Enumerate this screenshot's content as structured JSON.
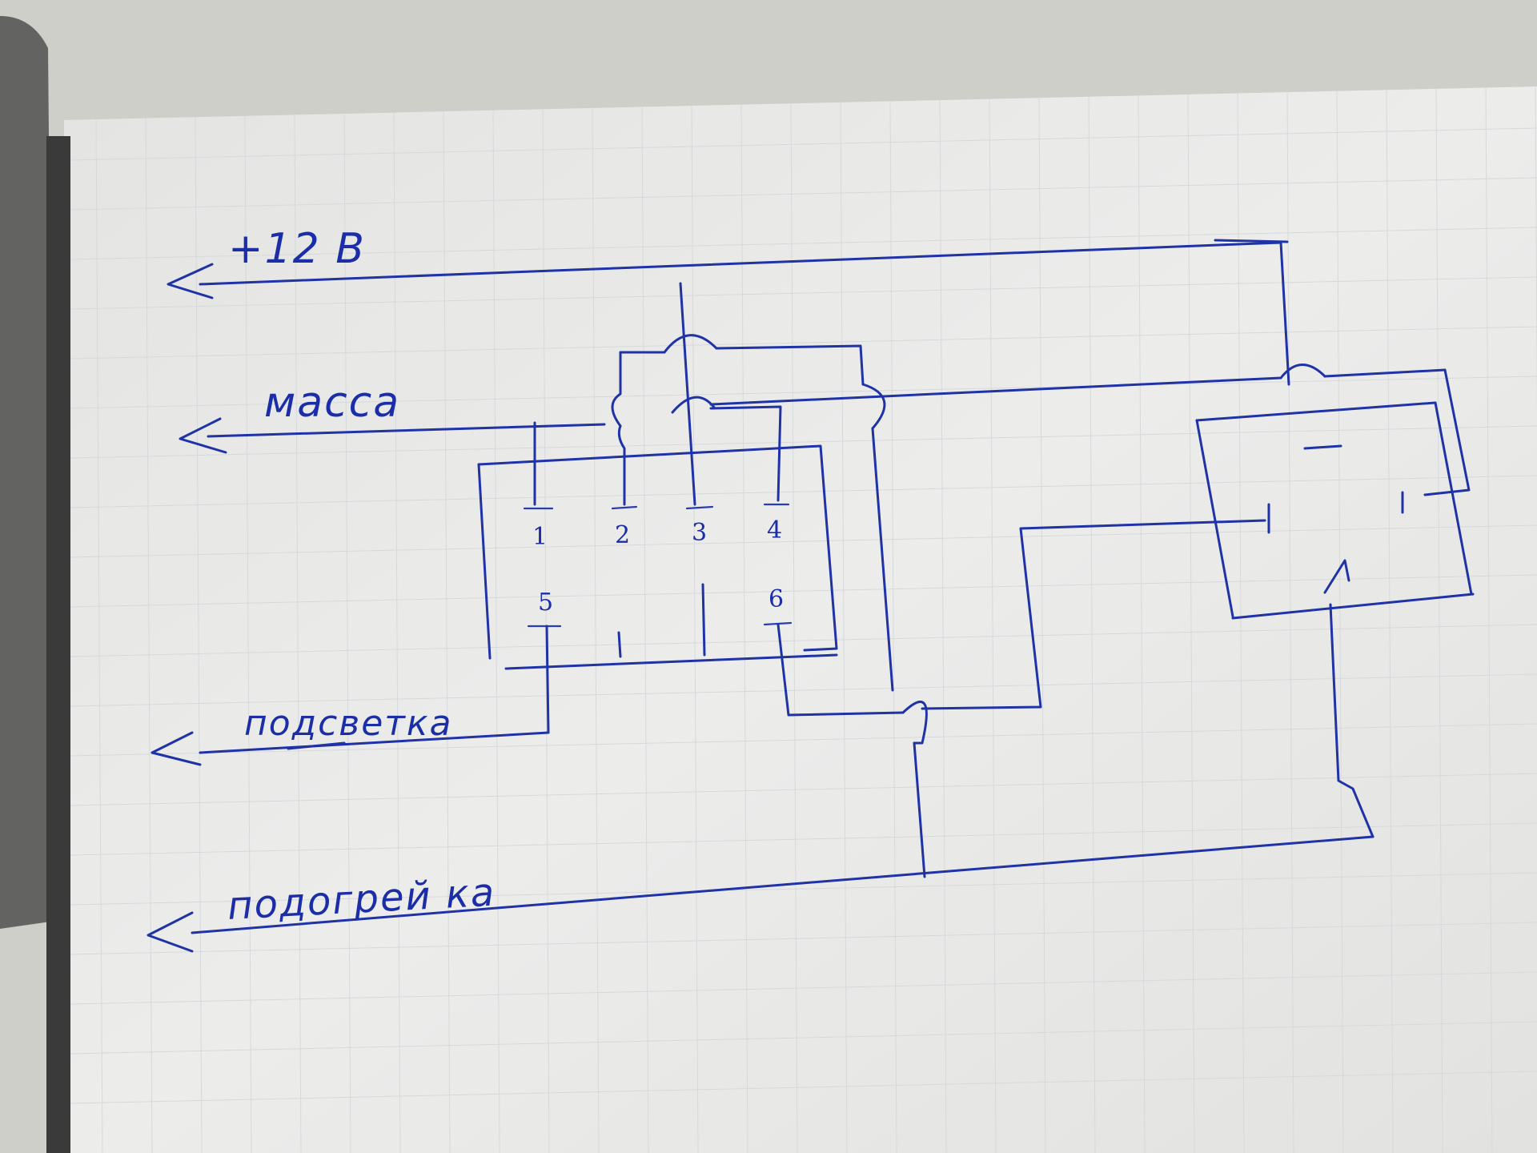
{
  "labels": {
    "power": "+12 В",
    "ground": "масса",
    "backlight": "подсветка",
    "heater": "подогрей ка"
  },
  "connector_pins": {
    "pin1": "1",
    "pin2": "2",
    "pin3": "3",
    "pin4": "4",
    "pin5": "5",
    "pin6": "6"
  },
  "colors": {
    "ink": "#1f33a6",
    "paper": "#ececea",
    "background": "#c9c9c4"
  }
}
